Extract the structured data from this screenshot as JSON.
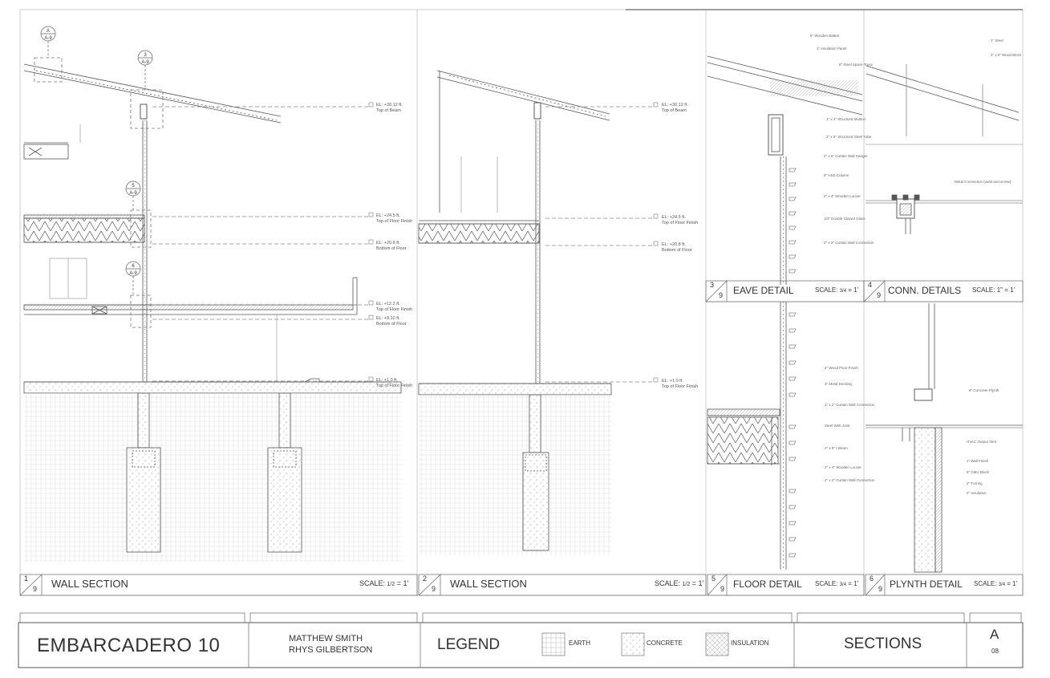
{
  "drawings": [
    {
      "num": "1",
      "den": "9",
      "title": "WALL SECTION",
      "scale_prefix": "SCALE:",
      "scale_frac": "1/2",
      "scale_suffix": "= 1'"
    },
    {
      "num": "2",
      "den": "9",
      "title": "WALL SECTION",
      "scale_prefix": "SCALE:",
      "scale_frac": "1/2",
      "scale_suffix": "= 1'"
    },
    {
      "num": "3",
      "den": "9",
      "title": "EAVE DETAIL",
      "scale_prefix": "SCALE:",
      "scale_frac": "3/4",
      "scale_suffix": "= 1'"
    },
    {
      "num": "4",
      "den": "9",
      "title": "CONN. DETAILS",
      "scale_prefix": "SCALE:",
      "scale_frac": "",
      "scale_suffix": "1\" = 1'"
    },
    {
      "num": "5",
      "den": "9",
      "title": "FLOOR DETAIL",
      "scale_prefix": "SCALE:",
      "scale_frac": "3/4",
      "scale_suffix": "= 1'"
    },
    {
      "num": "6",
      "den": "9",
      "title": "PLYNTH DETAIL",
      "scale_prefix": "SCALE:",
      "scale_frac": "3/4",
      "scale_suffix": "= 1'"
    }
  ],
  "elevations": {
    "s1": [
      {
        "line1": "EL: +30.12 ft.",
        "line2": "Top of Beam"
      },
      {
        "line1": "EL: +24.5 ft.",
        "line2": "Top of Floor Finish"
      },
      {
        "line1": "EL: +20.8 ft.",
        "line2": "Bottom of Floor"
      },
      {
        "line1": "EL: +12.2 ft.",
        "line2": "Top of Floor Finish"
      },
      {
        "line1": "EL: +9.10 ft.",
        "line2": "Bottom of Floor"
      },
      {
        "line1": "EL: +1.0 ft.",
        "line2": "Top of Floor Finish"
      }
    ],
    "s2": [
      {
        "line1": "EL: +30.12 ft.",
        "line2": "Top of Beam"
      },
      {
        "line1": "EL: +24.5 ft.",
        "line2": "Top of Floor Finish"
      },
      {
        "line1": "EL: +20.8 ft.",
        "line2": "Bottom of Floor"
      },
      {
        "line1": "EL: +1.0 ft.",
        "line2": "Top of Floor Finish"
      }
    ]
  },
  "callouts": [
    {
      "top": "A",
      "bottom": "A-9"
    },
    {
      "top": "3",
      "bottom": "A-9"
    },
    {
      "top": "5",
      "bottom": "A-9"
    },
    {
      "top": "6",
      "bottom": "A-9"
    }
  ],
  "notes": {
    "eave": [
      "6\" Wooden Batten",
      "1\" Insulation Panel",
      "6\" Steel Space Truss",
      "1\" x 4\" Structural Mullion",
      "2\" x 6\" Structural Steel Tube",
      "2\" x 6\" Curtain Wall Hanger",
      "8\" HSS Column",
      "2\" x 4\" Wooden Louver",
      "1/4\" Double Glazed Glass",
      "2\" x 2\" Curtain Wall Connection"
    ],
    "conn": [
      "1\" Steel",
      "2\" x 6\" Wood Block",
      "Metal Connection (weld and screw)"
    ],
    "floor": [
      "2\" Wood Floor Finish",
      "3\" Metal Decking",
      "2\" x 2\" Curtain Wall Connection",
      "Steel Web Joist",
      "2\" x 6\" I-Beam",
      "2\" x 4\" Wooden Louver",
      "2\" x 2\" Curtain Wall Connection"
    ],
    "plynth": [
      "8\" Concrete Plynth",
      "HVAC Output Vent",
      "1\" Wall Finish",
      "8\" CMU Block",
      "2\" Furring",
      "2\" Insulation"
    ]
  },
  "title_block": {
    "project": "EMBARCADERO 10",
    "author1": "MATTHEW SMITH",
    "author2": "RHYS GILBERTSON",
    "legend_title": "LEGEND",
    "legend_items": [
      "EARTH",
      "CONCRETE",
      "INSULATION"
    ],
    "sheet_title": "SECTIONS",
    "sheet_letter": "A",
    "sheet_number": "08"
  }
}
